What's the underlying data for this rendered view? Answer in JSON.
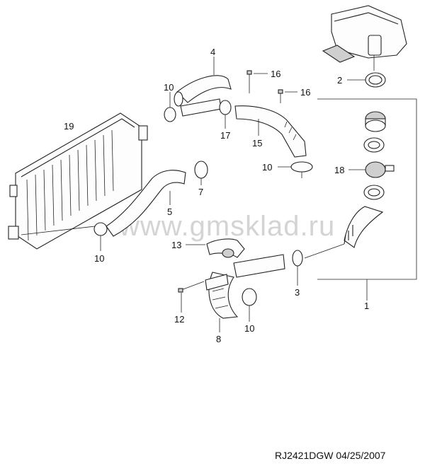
{
  "watermark": "www.gmsklad.ru",
  "footer": {
    "drawing_code": "RJ2421DGW",
    "date": "04/25/2007"
  },
  "callouts": {
    "p1": "1",
    "p2": "2",
    "p3": "3",
    "p4": "4",
    "p5": "5",
    "p7": "7",
    "p8": "8",
    "p10a": "10",
    "p10b": "10",
    "p10c": "10",
    "p10d": "10",
    "p12": "12",
    "p13": "13",
    "p15": "15",
    "p16a": "16",
    "p16b": "16",
    "p17": "17",
    "p18": "18",
    "p19": "19"
  }
}
